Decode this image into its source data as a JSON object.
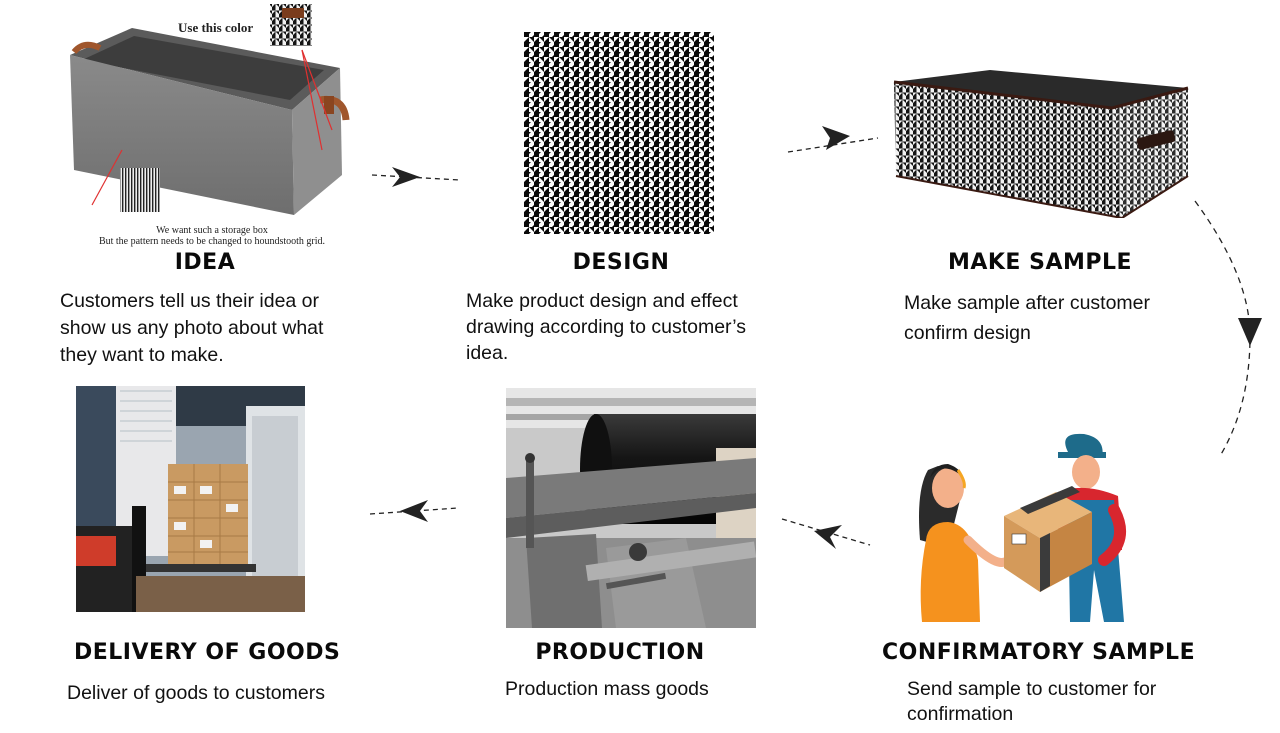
{
  "steps": {
    "idea": {
      "title": "IDEA",
      "desc": "Customers tell us their idea or show us any photo about what they want to make.",
      "note_top": "Use this color",
      "caption_line1": "We want such a storage box",
      "caption_line2": "But the pattern needs to be changed to houndstooth grid."
    },
    "design": {
      "title": "DESIGN",
      "desc": "Make product design and effect drawing according to customer’s idea."
    },
    "make_sample": {
      "title": "MAKE SAMPLE",
      "desc": "Make sample after customer confirm design"
    },
    "confirmatory_sample": {
      "title": "CONFIRMATORY SAMPLE",
      "desc": "Send sample to customer for confirmation"
    },
    "production": {
      "title": "PRODUCTION",
      "desc": "Production mass goods"
    },
    "delivery": {
      "title": "DELIVERY OF GOODS",
      "desc": "Deliver of goods to customers"
    }
  },
  "colors": {
    "box_grey": "#7d7d7d",
    "leather": "#a0562c",
    "arrow": "#222222",
    "annotation_red": "#e03030"
  }
}
